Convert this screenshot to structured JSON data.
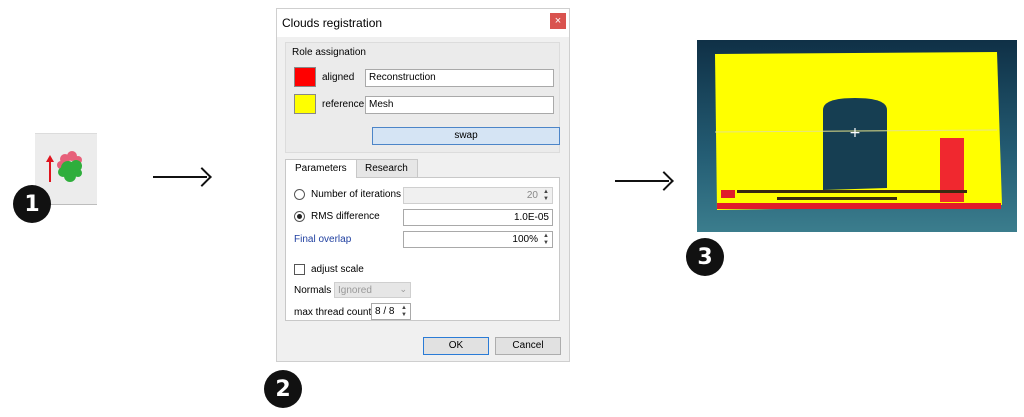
{
  "steps": [
    "1",
    "2",
    "3"
  ],
  "tool_icon": {
    "name": "register-clouds-icon"
  },
  "dialog": {
    "title": "Clouds registration",
    "close_label": "×",
    "role_assignation": {
      "title": "Role assignation",
      "aligned": {
        "label": "aligned",
        "value": "Reconstruction",
        "color": "#ff0000"
      },
      "reference": {
        "label": "reference",
        "value": "Mesh",
        "color": "#ffff00"
      },
      "swap_label": "swap"
    },
    "tabs": [
      {
        "label": "Parameters",
        "active": true
      },
      {
        "label": "Research",
        "active": false
      }
    ],
    "parameters": {
      "iterations_label": "Number of iterations",
      "iterations_value": "20",
      "rms_label": "RMS difference",
      "rms_value": "1.0E-05",
      "rms_selected": true,
      "overlap_label": "Final overlap",
      "overlap_value": "100%",
      "adjust_scale_label": "adjust scale",
      "adjust_scale_checked": false,
      "normals_label": "Normals",
      "normals_value": "Ignored",
      "thread_label": "max thread count",
      "thread_value": "8 / 8"
    },
    "ok_label": "OK",
    "cancel_label": "Cancel"
  },
  "viewport": {
    "background": "#1c4a60",
    "reference_color": "#ffff00",
    "aligned_color": "#ff0000",
    "crosshair": "+"
  }
}
